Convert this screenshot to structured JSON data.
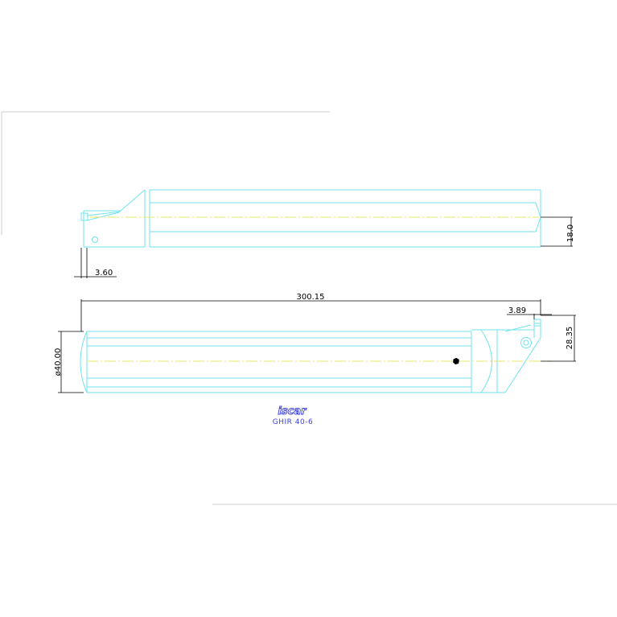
{
  "drawing": {
    "dimensions": {
      "top_width": "3.60",
      "top_height": "18.0",
      "overall_length": "300.15",
      "offset": "3.89",
      "diameter": "ø40.00",
      "centerline_height": "28.35"
    },
    "logo_text": "iscar",
    "part_name": "GHIR 40-6"
  },
  "colors": {
    "outline": "#6fe3ec",
    "centerline": "#e6e86a",
    "dimension": "#000000",
    "frame": "#cfcfcf",
    "logo": "#3b3fd6",
    "caption": "#3b3fd6"
  }
}
